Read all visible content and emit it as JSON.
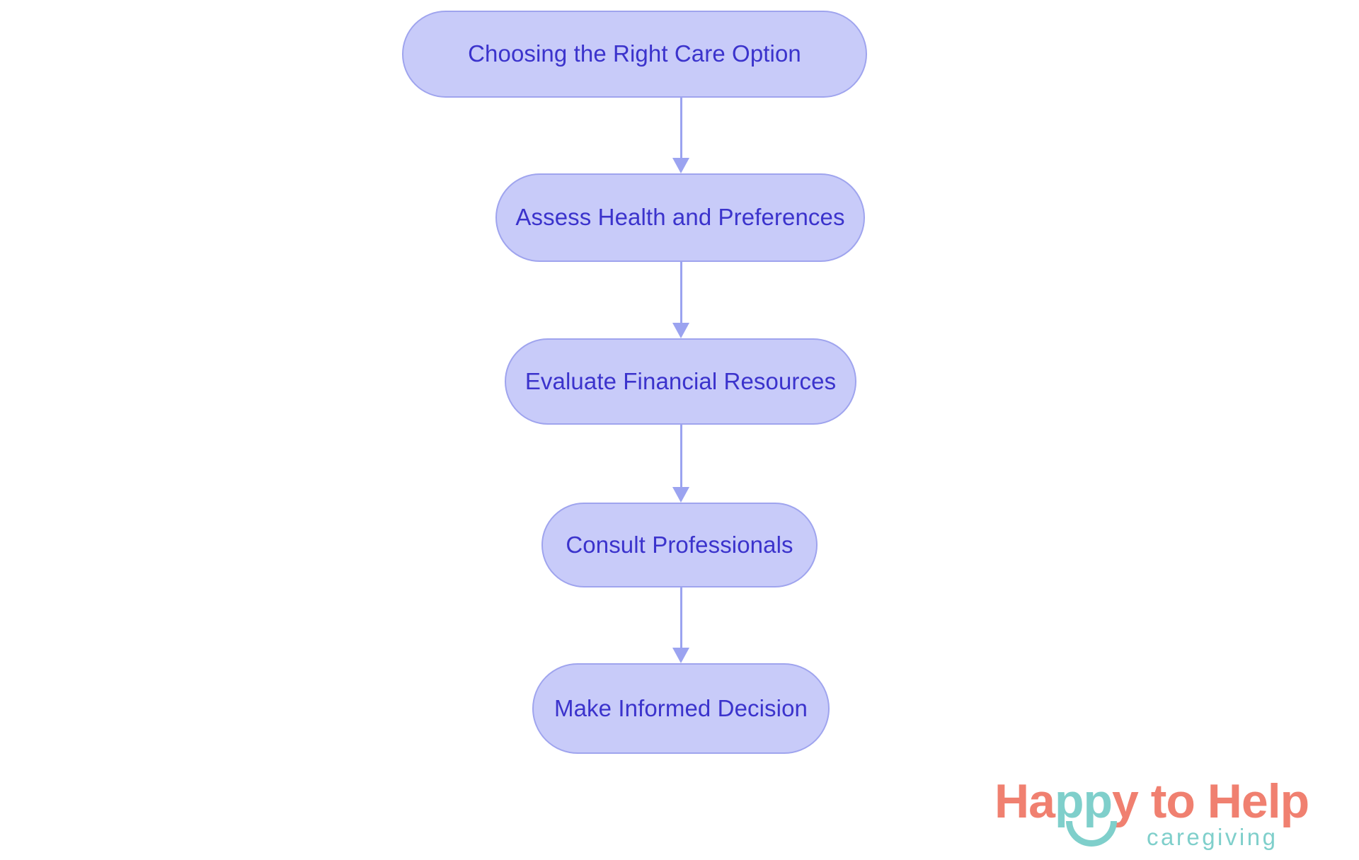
{
  "diagram": {
    "type": "flowchart",
    "orientation": "vertical-top-down",
    "title": "Choosing the Right Care Option",
    "nodes": [
      {
        "id": "node-1",
        "label": "Choosing the Right Care Option"
      },
      {
        "id": "node-2",
        "label": "Assess Health and Preferences"
      },
      {
        "id": "node-3",
        "label": "Evaluate Financial Resources"
      },
      {
        "id": "node-4",
        "label": "Consult Professionals"
      },
      {
        "id": "node-5",
        "label": "Make Informed Decision"
      }
    ],
    "edges": [
      {
        "from": "node-1",
        "to": "node-2",
        "arrow": "down-arrow-icon"
      },
      {
        "from": "node-2",
        "to": "node-3",
        "arrow": "down-arrow-icon"
      },
      {
        "from": "node-3",
        "to": "node-4",
        "arrow": "down-arrow-icon"
      },
      {
        "from": "node-4",
        "to": "node-5",
        "arrow": "down-arrow-icon"
      }
    ],
    "colors": {
      "node_fill": "#c8cbf9",
      "node_border": "#9fa4ee",
      "node_text": "#3b33cc",
      "connector": "#9ba3f0",
      "background": "#ffffff"
    }
  },
  "logo": {
    "word_1": "Ha",
    "word_pp": "pp",
    "word_2": "y to Help",
    "tagline": "caregiving",
    "brand_coral": "#f08070",
    "brand_teal": "#7fcfcb"
  }
}
